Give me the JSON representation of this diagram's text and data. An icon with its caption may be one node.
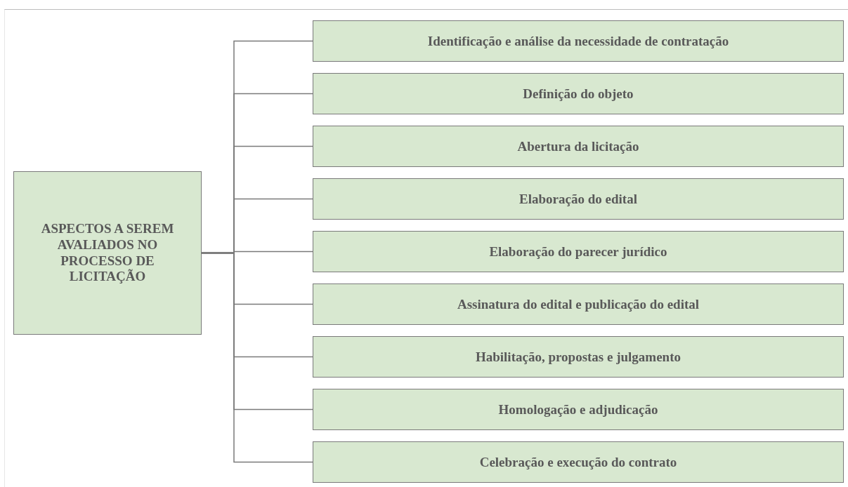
{
  "diagram": {
    "nodes": [
      {
        "text": [
          "ASPECTOS A SEREM AVALIADOS NO PROCESSO DE LICITAÇÃO"
        ]
      },
      {
        "text": [
          "Identificação e análise da necessidade de contratação"
        ]
      },
      {
        "text": [
          "Definição do objeto"
        ]
      },
      {
        "text": [
          "Abertura da licitação"
        ]
      },
      {
        "text": [
          "Elaboração do edital"
        ]
      },
      {
        "text": [
          "Elaboração do parecer jurídico"
        ]
      },
      {
        "text": [
          "Assinatura do edital e publicação do edital"
        ]
      },
      {
        "text": [
          "Habilitação, propostas e julgamento"
        ]
      },
      {
        "text": [
          "Homologação e adjudicação"
        ]
      },
      {
        "text": [
          "Celebração e execução do contrato"
        ]
      }
    ],
    "edges": [
      {
        "from": 0,
        "to": 1,
        "arrow": "none"
      },
      {
        "from": 0,
        "to": 2,
        "arrow": "none"
      },
      {
        "from": 0,
        "to": 3,
        "arrow": "none"
      },
      {
        "from": 0,
        "to": 4,
        "arrow": "none"
      },
      {
        "from": 0,
        "to": 5,
        "arrow": "none"
      },
      {
        "from": 0,
        "to": 6,
        "arrow": "none"
      },
      {
        "from": 0,
        "to": 7,
        "arrow": "none"
      },
      {
        "from": 0,
        "to": 8,
        "arrow": "none"
      },
      {
        "from": 0,
        "to": 9,
        "arrow": "none"
      }
    ]
  }
}
